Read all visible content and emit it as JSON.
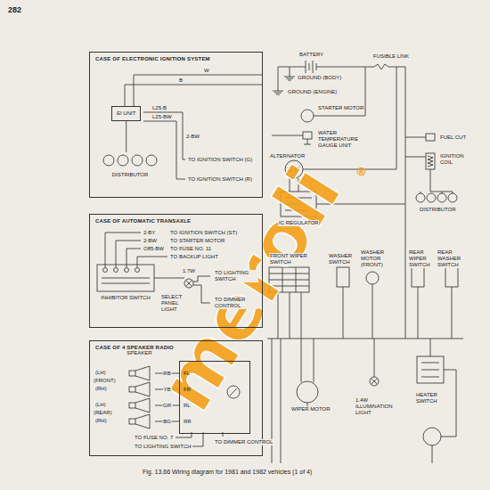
{
  "diagram": {
    "caption": "Fig. 13.66 Wiring diagram for 1981 and 1982 vehicles (1 of 4)",
    "nodes": [
      {
        "text": [
          "CASE OF ELECTRONIC IGNITION SYSTEM"
        ]
      },
      {
        "text": [
          "EI UNIT"
        ],
        "in": 0
      },
      {
        "text": [
          "DISTRIBUTOR"
        ],
        "in": 0
      },
      {
        "text": [
          "CASE OF AUTOMATIC TRANSAXLE"
        ]
      },
      {
        "text": [
          "INHIBITOR SWITCH"
        ],
        "in": 3
      },
      {
        "text": [
          "CASE OF 4 SPEAKER RADIO"
        ]
      },
      {
        "text": [
          "SPEAKER"
        ],
        "in": 5
      },
      {
        "text": [
          "FL",
          "FR",
          "RL",
          "RR"
        ],
        "in": 5
      }
    ],
    "edges": [
      {
        "from": 1,
        "to": 2,
        "arrow": "none"
      },
      {
        "from": 6,
        "to": 7,
        "label": "RB",
        "arrow": "none"
      },
      {
        "from": 6,
        "to": 7,
        "label": "YB",
        "arrow": "none"
      },
      {
        "from": 6,
        "to": 7,
        "label": "GR",
        "arrow": "none"
      },
      {
        "from": 6,
        "to": 7,
        "label": "BG",
        "arrow": "none"
      }
    ],
    "labels": [
      "282",
      "W",
      "B",
      "L25-B",
      "L25-BW",
      "2-BW",
      "TO IGNITION SWITCH (G)",
      "TO IGNITION SWITCH (R)",
      "2-BY",
      "TO IGNITION SWITCH (ST)",
      "2-BW",
      "TO STARTER MOTOR",
      "O85-BW",
      "TO FUSE NO. 11",
      "TO BACKUP LIGHT",
      "1.7W",
      "TO LIGHTING SWITCH",
      "SELECT PANEL LIGHT",
      "TO DIMMER CONTROL",
      "(LH)",
      "(FRONT)",
      "(RH)",
      "(LH)",
      "(REAR)",
      "(RH)",
      "TO FUSE NO. 7",
      "TO LIGHTING SWITCH",
      "TO DIMMER CONTROL",
      "BATTERY",
      "FUSIBLE LINK",
      "GROUND (BODY)",
      "GROUND (ENGINE)",
      "STARTER MOTOR",
      "WATER TEMPERATURE GAUGE UNIT",
      "ALTERNATOR",
      "IC REGULATOR",
      "FUEL CUT",
      "IGNITION COIL",
      "DISTRIBUTOR",
      "FRONT WIPER SWITCH",
      "WASHER SWITCH",
      "WASHER MOTOR (FRONT)",
      "REAR WIPER SWITCH",
      "REAR WASHER SWITCH",
      "WIPER MOTOR",
      "1.4W ILLUMINATION LIGHT",
      "HEATER SWITCH",
      "meroli",
      "®"
    ]
  }
}
